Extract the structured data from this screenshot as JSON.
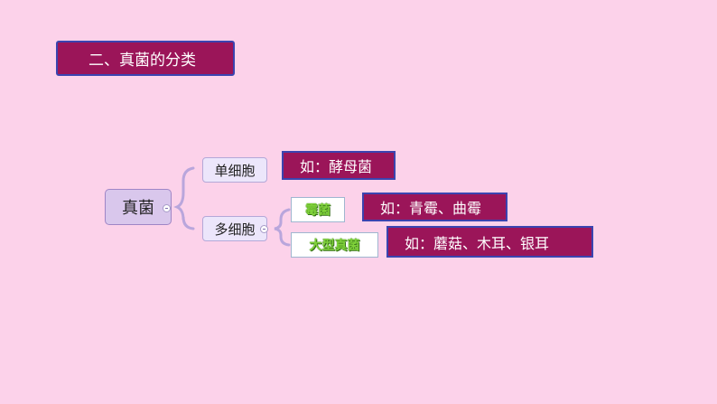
{
  "title": "二、真菌的分类",
  "root": {
    "label": "真菌"
  },
  "branches": {
    "single": {
      "label": "单细胞",
      "example": "如：酵母菌"
    },
    "multi": {
      "label": "多细胞",
      "children": {
        "mold": {
          "label": "霉菌",
          "example": "如：青霉、曲霉"
        },
        "large": {
          "label": "大型真菌",
          "example": "如：蘑菇、木耳、银耳"
        }
      }
    }
  },
  "colors": {
    "background": "#fcd2ea",
    "example_box": "#9b1559",
    "example_border": "#3a44b0",
    "root_fill": "#d9c7ec",
    "branch_fill": "#ece6fb",
    "connector": "#b9a6dc",
    "leaf_text": "#7fd13a"
  }
}
